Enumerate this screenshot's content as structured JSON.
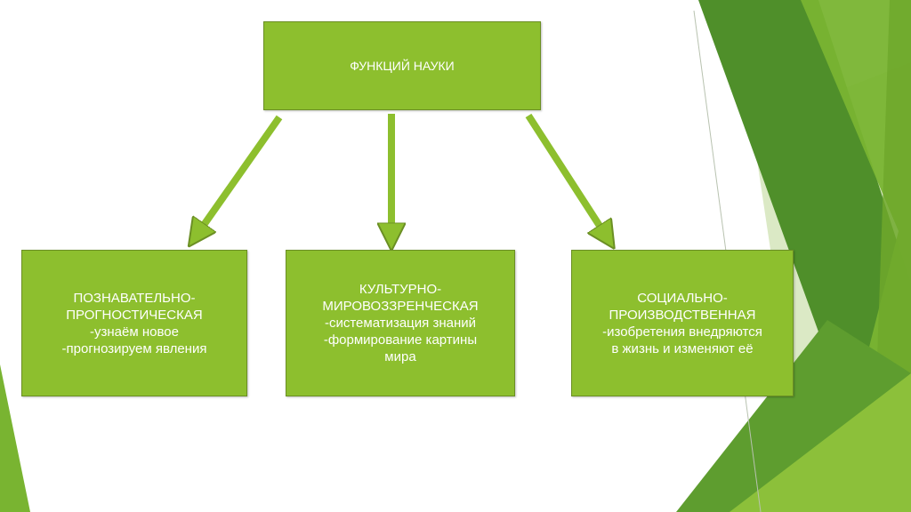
{
  "colors": {
    "box_fill": "#8dbf2e",
    "box_border": "#6b8f24",
    "text": "#ffffff",
    "accent_dark": "#4f8f2a",
    "accent_mid": "#79b431",
    "accent_light": "#d7e7bf"
  },
  "diagram": {
    "root": {
      "label": "ФУНКЦИЙ НАУКИ"
    },
    "children": [
      {
        "label": "ПОЗНАВАТЕЛЬНО-\nПРОГНОСТИЧЕСКАЯ\n-узнаём новое\n-прогнозируем явления"
      },
      {
        "label": "КУЛЬТУРНО-\nМИРОВОЗЗРЕНЧЕСКАЯ\n-систематизация знаний\n-формирование картины\nмира"
      },
      {
        "label": "СОЦИАЛЬНО-\nПРОИЗВОДСТВЕННАЯ\n-изобретения внедряются\nв жизнь и изменяют её"
      }
    ]
  }
}
